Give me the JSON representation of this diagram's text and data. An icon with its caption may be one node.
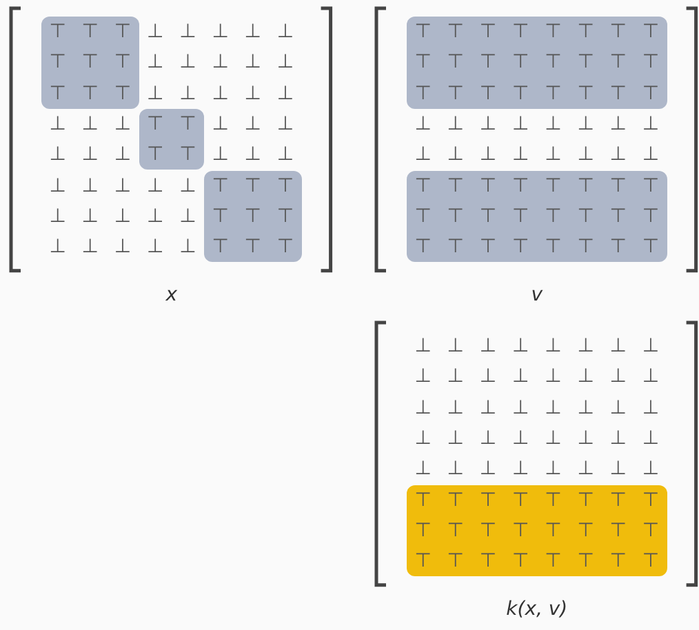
{
  "diagram": {
    "labels": [
      "⊤",
      "⊤",
      "⊤",
      "⊥",
      "⊥",
      "⊥",
      "⊥",
      "⊥",
      "⊤",
      "⊤",
      "⊤",
      "⊥",
      "⊥",
      "⊥",
      "⊥",
      "⊥",
      "⊤",
      "⊤",
      "⊤",
      "⊥",
      "⊥",
      "⊥",
      "⊥",
      "⊥",
      "⊥",
      "⊥",
      "⊥",
      "⊤",
      "⊤",
      "⊥",
      "⊥",
      "⊥",
      "⊥",
      "⊥",
      "⊥",
      "⊤",
      "⊤",
      "⊥",
      "⊥",
      "⊥",
      "⊥",
      "⊥",
      "⊥",
      "⊥",
      "⊥",
      "⊤",
      "⊤",
      "⊤",
      "⊥",
      "⊥",
      "⊥",
      "⊥",
      "⊥",
      "⊤",
      "⊤",
      "⊤",
      "⊥",
      "⊥",
      "⊥",
      "⊥",
      "⊥",
      "⊤",
      "⊤",
      "⊤",
      "x",
      "⊤",
      "⊤",
      "⊤",
      "⊤",
      "⊤",
      "⊤",
      "⊤",
      "⊤",
      "⊤",
      "⊤",
      "⊤",
      "⊤",
      "⊤",
      "⊤",
      "⊤",
      "⊤",
      "⊤",
      "⊤",
      "⊤",
      "⊤",
      "⊤",
      "⊤",
      "⊤",
      "⊤",
      "⊥",
      "⊥",
      "⊥",
      "⊥",
      "⊥",
      "⊥",
      "⊥",
      "⊥",
      "⊥",
      "⊥",
      "⊥",
      "⊥",
      "⊥",
      "⊥",
      "⊥",
      "⊥",
      "⊤",
      "⊤",
      "⊤",
      "⊤",
      "⊤",
      "⊤",
      "⊤",
      "⊤",
      "⊤",
      "⊤",
      "⊤",
      "⊤",
      "⊤",
      "⊤",
      "⊤",
      "⊤",
      "⊤",
      "⊤",
      "⊤",
      "⊤",
      "⊤",
      "⊤",
      "⊤",
      "⊤",
      "v",
      "⊥",
      "⊥",
      "⊥",
      "⊥",
      "⊥",
      "⊥",
      "⊥",
      "⊥",
      "⊥",
      "⊥",
      "⊥",
      "⊥",
      "⊥",
      "⊥",
      "⊥",
      "⊥",
      "⊥",
      "⊥",
      "⊥",
      "⊥",
      "⊥",
      "⊥",
      "⊥",
      "⊥",
      "⊥",
      "⊥",
      "⊥",
      "⊥",
      "⊥",
      "⊥",
      "⊥",
      "⊥",
      "⊥",
      "⊥",
      "⊥",
      "⊥",
      "⊥",
      "⊥",
      "⊥",
      "⊥",
      "⊤",
      "⊤",
      "⊤",
      "⊤",
      "⊤",
      "⊤",
      "⊤",
      "⊤",
      "⊤",
      "⊤",
      "⊤",
      "⊤",
      "⊤",
      "⊤",
      "⊤",
      "⊤",
      "⊤",
      "⊤",
      "⊤",
      "⊤",
      "⊤",
      "⊤",
      "⊤",
      "⊤",
      "k(x, v)"
    ]
  }
}
